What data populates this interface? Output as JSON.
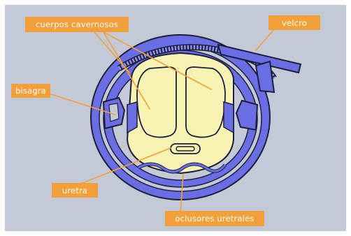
{
  "diagram": {
    "labels": {
      "cuerpos": "cuerpos cavernosos",
      "velcro": "velcro",
      "bisagra": "bisagra",
      "uretra": "uretra",
      "oclusores": "oclusores uretrales"
    },
    "colors": {
      "background": "#c3cad6",
      "cuff_band": "#6a6ee4",
      "cuff_outline": "#1e1e3c",
      "body_fill": "#f7f3b2",
      "label_fill": "#f4a03a",
      "label_text": "#ffffff"
    }
  }
}
